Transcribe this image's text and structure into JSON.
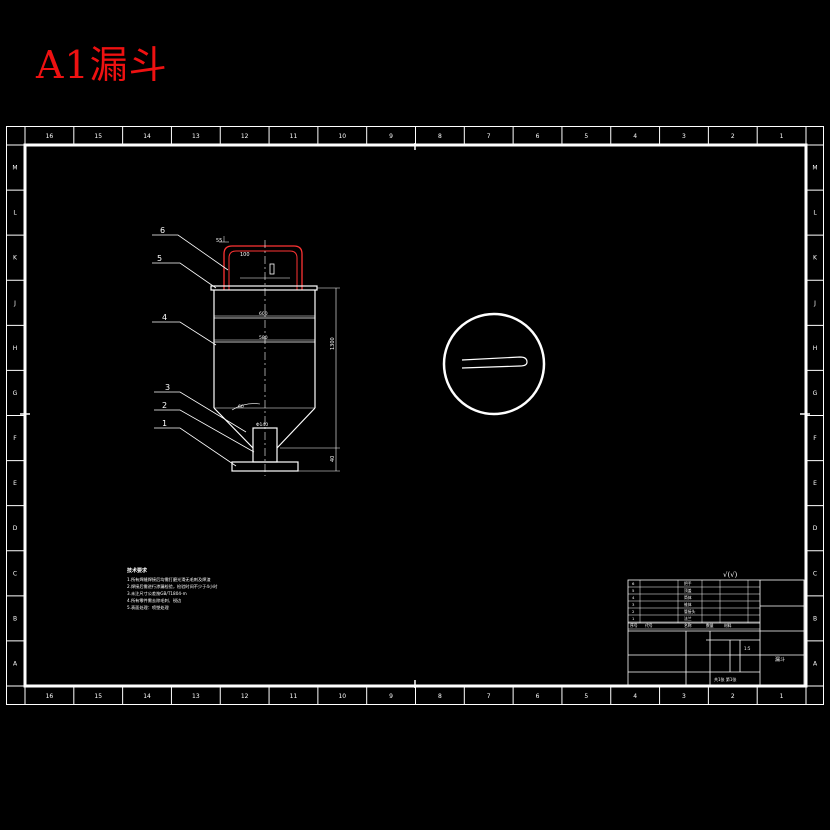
{
  "title": "A1漏斗",
  "colors": {
    "background": "#000000",
    "line": "#ffffff",
    "accent": "#ee1111",
    "highlight": "#ff3333"
  },
  "frame": {
    "columns": [
      "16",
      "15",
      "14",
      "13",
      "12",
      "11",
      "10",
      "9",
      "8",
      "7",
      "6",
      "5",
      "4",
      "3",
      "2",
      "1"
    ],
    "rows": [
      "M",
      "L",
      "K",
      "J",
      "H",
      "G",
      "F",
      "E",
      "D",
      "C",
      "B",
      "A"
    ]
  },
  "part_callouts": [
    "6",
    "5",
    "4",
    "3",
    "2",
    "1"
  ],
  "dimensions": {
    "handle_width": "55",
    "handle_height": "100",
    "body_width": "600",
    "body_inner_width": "580",
    "total_height": "1300",
    "bottom_height": "40",
    "base_label": "Φ140",
    "cone_angle": "60"
  },
  "notes": {
    "heading": "技术要求",
    "lines": [
      "1.所有焊缝焊接后均需打磨光滑无毛刺及焊渣",
      "2.焊接后需进行渗漏检验，检验时间不少于4小时",
      "3.未注尺寸公差按GB/T1804-m",
      "4.所有零件需去除毛刺、锐边",
      "5.表面处理：喷塑处理"
    ]
  },
  "surface_symbol": "√(√)",
  "title_block": {
    "parts": [
      {
        "no": "6",
        "name": "把手"
      },
      {
        "no": "5",
        "name": "顶盖"
      },
      {
        "no": "4",
        "name": "筒体"
      },
      {
        "no": "3",
        "name": "锥体"
      },
      {
        "no": "2",
        "name": "管接头"
      },
      {
        "no": "1",
        "name": "法兰"
      }
    ],
    "header": [
      "序号",
      "代号",
      "名称",
      "数量",
      "材料"
    ],
    "drawing_name": "漏斗",
    "scale": "1:5",
    "sheet": "共1张 第1张"
  }
}
